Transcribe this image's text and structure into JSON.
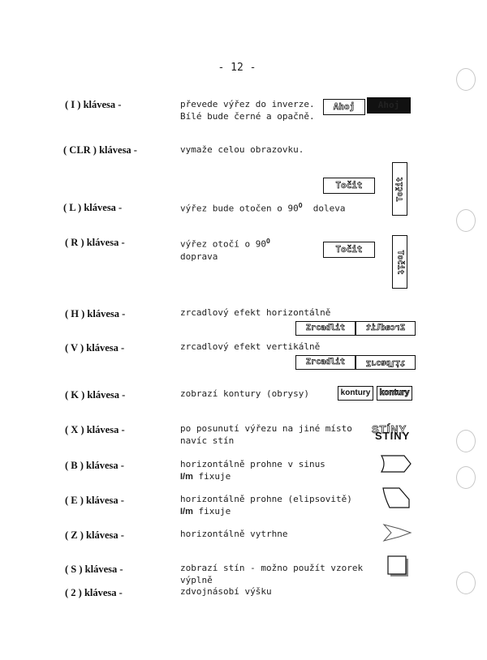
{
  "page_number": "- 12 -",
  "rows": [
    {
      "key": "( I ) klávesa -",
      "desc": [
        "převede výřez do inverze.",
        "Bílé bude černé a opačně."
      ],
      "sample": "Ahoj",
      "sample2": "Ahoj"
    },
    {
      "key": "( CLR ) klávesa -",
      "desc": [
        "vymaže celou obrazovku."
      ]
    },
    {
      "key": "( L ) klávesa -",
      "desc_pre": "výřez bude otočen o 90",
      "desc_sup": "O",
      "desc_post": "doleva",
      "sample": "Točit",
      "sample_vertical": "Točit"
    },
    {
      "key": "( R ) klávesa -",
      "desc_pre": "výřez otočí o 90",
      "desc_sup": "O",
      "desc2": "doprava",
      "sample": "Točit",
      "sample_vertical": "Točit"
    },
    {
      "key": "( H ) klávesa -",
      "desc": [
        "zrcadlový efekt horizontálně"
      ],
      "sample": "Zrcadlit",
      "sample2": "Zrcadlit"
    },
    {
      "key": "( V ) klávesa -",
      "desc": [
        "zrcadlový efekt vertikálně"
      ],
      "sample": "Zrcadlit",
      "sample2": "Zrcadlit"
    },
    {
      "key": "( K ) klávesa -",
      "desc": [
        "zobrazí kontury (obrysy)"
      ],
      "sample": "kontury",
      "sample2": "kontury"
    },
    {
      "key": "( X ) klávesa -",
      "desc": [
        "po posunutí výřezu na jiné místo",
        "navíc stín"
      ],
      "sample": "STÍNY",
      "sample2": "STINY"
    },
    {
      "key": "( B ) klávesa -",
      "desc": [
        "horizontálně prohne v sinus"
      ],
      "desc2_bold": "I/m",
      "desc2_rest": " fixuje"
    },
    {
      "key": "( E ) klávesa -",
      "desc": [
        "horizontálně prohne (elipsovitě)"
      ],
      "desc2_bold": "I/m",
      "desc2_rest": " fixuje"
    },
    {
      "key": "( Z ) klávesa -",
      "desc": [
        "horizontálně vytrhne"
      ]
    },
    {
      "key": "( S ) klávesa -",
      "desc": [
        "zobrazí stín - možno použít vzorek",
        "výplně"
      ]
    },
    {
      "key": "( 2 ) klávesa -",
      "desc": [
        "zdvojnásobí výšku"
      ]
    }
  ]
}
